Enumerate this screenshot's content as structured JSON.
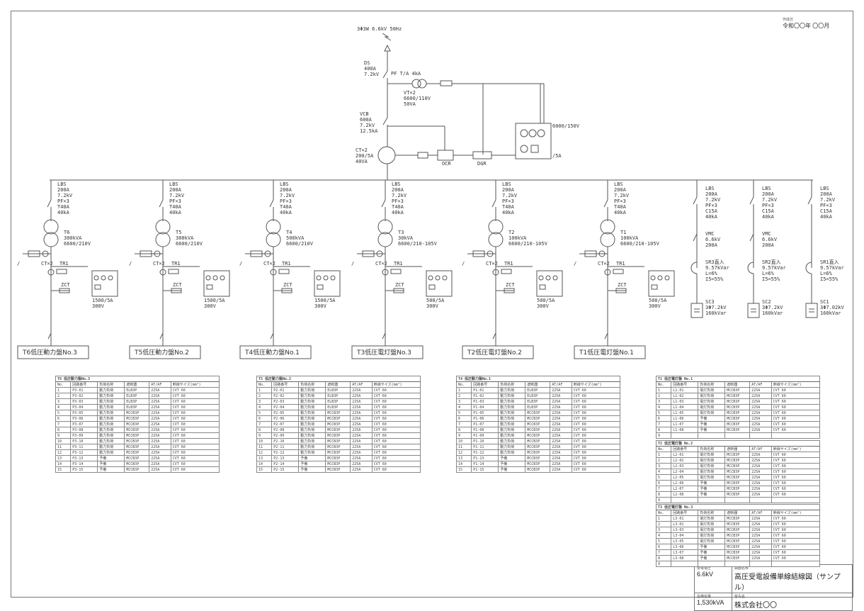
{
  "header": {
    "date_label": "作成日",
    "date_value": "令和〇〇年 〇〇月"
  },
  "incoming": {
    "supply": "3Φ3W 6.6kV 50Hz"
  },
  "ds": {
    "lines": [
      "DS",
      "400A",
      "7.2kV"
    ]
  },
  "pf_label": "PF T/A 4kA",
  "vt": {
    "lines": [
      "VT×2",
      "6600/110V",
      "50VA"
    ]
  },
  "vcb": {
    "lines": [
      "VCB",
      "600A",
      "7.2kV",
      "12.5kA"
    ]
  },
  "ct": {
    "lines": [
      "CT×2",
      "200/5A",
      "40VA"
    ]
  },
  "meter_panel": {
    "label": "6000/150V",
    "sub": "/5A"
  },
  "relay_labels": {
    "ocr": "OCR",
    "dgr": "DGR"
  },
  "feeders": [
    {
      "lbs": [
        "LBS",
        "200A",
        "7.2kV",
        "PF×3",
        "T40A",
        "40kA"
      ],
      "tr_name": "T6",
      "tr_spec": [
        "300kVA",
        "6600/210V"
      ],
      "ct": "1500/5A",
      "ct2": "300V",
      "panel": "T6低圧動力盤No.3"
    },
    {
      "lbs": [
        "LBS",
        "200A",
        "7.2kV",
        "PF×3",
        "T40A",
        "40kA"
      ],
      "tr_name": "T5",
      "tr_spec": [
        "300kVA",
        "6600/210V"
      ],
      "ct": "1500/5A",
      "ct2": "300V",
      "panel": "T5低圧動力盤No.2"
    },
    {
      "lbs": [
        "LBS",
        "200A",
        "7.2kV",
        "PF×3",
        "T40A",
        "40kA"
      ],
      "tr_name": "T4",
      "tr_spec": [
        "500kVA",
        "6600/210V"
      ],
      "ct": "1500/5A",
      "ct2": "300V",
      "panel": "T4低圧動力盤No.1"
    },
    {
      "lbs": [
        "LBS",
        "200A",
        "7.2kV",
        "PF×3",
        "T40A",
        "40kA"
      ],
      "tr_name": "T3",
      "tr_spec": [
        "30kVA",
        "6600/210-105V"
      ],
      "ct": "500/5A",
      "ct2": "300V",
      "panel": "T3低圧電灯盤No.3"
    },
    {
      "lbs": [
        "LBS",
        "200A",
        "7.2kV",
        "PF×3",
        "T40A",
        "40kA"
      ],
      "tr_name": "T2",
      "tr_spec": [
        "100kVA",
        "6600/210-105V"
      ],
      "ct": "500/5A",
      "ct2": "300V",
      "panel": "T2低圧電灯盤No.2"
    },
    {
      "lbs": [
        "LBS",
        "200A",
        "7.2kV",
        "PF×3",
        "T40A",
        "40kA"
      ],
      "tr_name": "T1",
      "tr_spec": [
        "100kVA",
        "6600/210-105V"
      ],
      "ct": "500/5A",
      "ct2": "300V",
      "panel": "T1低圧電灯盤No.1"
    }
  ],
  "capacitors": [
    {
      "lbs": [
        "LBS",
        "200A",
        "7.2kV",
        "PF×3",
        "C15A",
        "40kA"
      ],
      "vmc": [
        "VMC",
        "6.6kV",
        "200A"
      ],
      "sr": [
        "SR3直入",
        "9.57kVar",
        "L=6%",
        "I5=55%"
      ],
      "sc": [
        "SC3",
        "3Φ7.2kV",
        "160kVar"
      ]
    },
    {
      "lbs": [
        "LBS",
        "200A",
        "7.2kV",
        "PF×3",
        "C15A",
        "40kA"
      ],
      "vmc": [
        "VMC",
        "6.6kV",
        "200A"
      ],
      "sr": [
        "SR2直入",
        "9.57kVar",
        "L=6%",
        "I5=55%"
      ],
      "sc": [
        "SC2",
        "3Φ7.2kV",
        "160kVar"
      ]
    },
    {
      "lbs": [
        "LBS",
        "200A",
        "7.2kV",
        "PF×3",
        "C15A",
        "40kA"
      ],
      "sr": [
        "SR1直入",
        "9.57kVar",
        "L=6%",
        "I5=55%"
      ],
      "sc": [
        "SC1",
        "3Φ7.02kV",
        "160kVar"
      ]
    }
  ],
  "small": {
    "zct": "ZCT",
    "ct_small": "CT×2",
    "tri": "TR1"
  },
  "tables": {
    "big": [
      {
        "title": "T6 低圧動力盤No.3",
        "header": [
          "No.",
          "回路番号",
          "負荷名称",
          "遮断器",
          "AT/AF",
          "幹線サイズ(mm²)"
        ],
        "rows": [
          [
            "1",
            "P3-01",
            "動力負荷",
            "ELB3P",
            "225A",
            "CVT 60"
          ],
          [
            "2",
            "P3-02",
            "動力負荷",
            "ELB3P",
            "225A",
            "CVT 60"
          ],
          [
            "3",
            "P3-03",
            "動力負荷",
            "ELB3P",
            "225A",
            "CVT 60"
          ],
          [
            "4",
            "P3-04",
            "動力負荷",
            "ELB3P",
            "225A",
            "CVT 60"
          ],
          [
            "5",
            "P3-05",
            "動力負荷",
            "MCCB3P",
            "225A",
            "CVT 60"
          ],
          [
            "6",
            "P3-06",
            "動力負荷",
            "MCCB3P",
            "225A",
            "CVT 60"
          ],
          [
            "7",
            "P3-07",
            "動力負荷",
            "MCCB3P",
            "225A",
            "CVT 60"
          ],
          [
            "8",
            "P3-08",
            "動力負荷",
            "MCCB3P",
            "225A",
            "CVT 60"
          ],
          [
            "9",
            "P3-09",
            "動力負荷",
            "MCCB3P",
            "225A",
            "CVT 60"
          ],
          [
            "10",
            "P3-10",
            "動力負荷",
            "MCCB3P",
            "225A",
            "CVT 60"
          ],
          [
            "11",
            "P3-11",
            "動力負荷",
            "MCCB3P",
            "225A",
            "CVT 60"
          ],
          [
            "12",
            "P3-12",
            "動力負荷",
            "MCCB3P",
            "225A",
            "CVT 60"
          ],
          [
            "13",
            "P3-13",
            "予備",
            "MCCB3P",
            "225A",
            "CVT 60"
          ],
          [
            "14",
            "P3-14",
            "予備",
            "MCCB3P",
            "225A",
            "CVT 60"
          ],
          [
            "15",
            "P3-15",
            "予備",
            "MCCB3P",
            "225A",
            "CVT 60"
          ]
        ]
      },
      {
        "title": "T5 低圧動力盤No.2",
        "header": [
          "No.",
          "回路番号",
          "負荷名称",
          "遮断器",
          "AT/AF",
          "幹線サイズ(mm²)"
        ],
        "rows": [
          [
            "1",
            "P2-01",
            "動力負荷",
            "ELB3P",
            "225A",
            "CVT 60"
          ],
          [
            "2",
            "P2-02",
            "動力負荷",
            "ELB3P",
            "225A",
            "CVT 60"
          ],
          [
            "3",
            "P2-03",
            "動力負荷",
            "ELB3P",
            "225A",
            "CVT 60"
          ],
          [
            "4",
            "P2-04",
            "動力負荷",
            "ELB3P",
            "225A",
            "CVT 60"
          ],
          [
            "5",
            "P2-05",
            "動力負荷",
            "MCCB3P",
            "225A",
            "CVT 60"
          ],
          [
            "6",
            "P2-06",
            "動力負荷",
            "MCCB3P",
            "225A",
            "CVT 60"
          ],
          [
            "7",
            "P2-07",
            "動力負荷",
            "MCCB3P",
            "225A",
            "CVT 60"
          ],
          [
            "8",
            "P2-08",
            "動力負荷",
            "MCCB3P",
            "225A",
            "CVT 60"
          ],
          [
            "9",
            "P2-09",
            "動力負荷",
            "MCCB3P",
            "225A",
            "CVT 60"
          ],
          [
            "10",
            "P2-10",
            "動力負荷",
            "MCCB3P",
            "225A",
            "CVT 60"
          ],
          [
            "11",
            "P2-11",
            "動力負荷",
            "MCCB3P",
            "225A",
            "CVT 60"
          ],
          [
            "12",
            "P2-12",
            "動力負荷",
            "MCCB3P",
            "225A",
            "CVT 60"
          ],
          [
            "13",
            "P2-13",
            "予備",
            "MCCB3P",
            "225A",
            "CVT 60"
          ],
          [
            "14",
            "P2-14",
            "予備",
            "MCCB3P",
            "225A",
            "CVT 60"
          ],
          [
            "15",
            "P2-15",
            "予備",
            "MCCB3P",
            "225A",
            "CVT 60"
          ]
        ]
      },
      {
        "title": "T4 低圧動力盤No.1",
        "header": [
          "No.",
          "回路番号",
          "負荷名称",
          "遮断器",
          "AT/AF",
          "幹線サイズ(mm²)"
        ],
        "rows": [
          [
            "1",
            "P1-01",
            "動力負荷",
            "ELB3P",
            "225A",
            "CVT 60"
          ],
          [
            "2",
            "P1-02",
            "動力負荷",
            "ELB3P",
            "225A",
            "CVT 60"
          ],
          [
            "3",
            "P1-03",
            "動力負荷",
            "ELB3P",
            "225A",
            "CVT 60"
          ],
          [
            "4",
            "P1-04",
            "動力負荷",
            "ELB3P",
            "225A",
            "CVT 60"
          ],
          [
            "5",
            "P1-05",
            "動力負荷",
            "MCCB3P",
            "225A",
            "CVT 60"
          ],
          [
            "6",
            "P1-06",
            "動力負荷",
            "MCCB3P",
            "225A",
            "CVT 60"
          ],
          [
            "7",
            "P1-07",
            "動力負荷",
            "MCCB3P",
            "225A",
            "CVT 60"
          ],
          [
            "8",
            "P1-08",
            "動力負荷",
            "MCCB3P",
            "225A",
            "CVT 60"
          ],
          [
            "9",
            "P1-09",
            "動力負荷",
            "MCCB3P",
            "225A",
            "CVT 60"
          ],
          [
            "10",
            "P1-10",
            "動力負荷",
            "MCCB3P",
            "225A",
            "CVT 60"
          ],
          [
            "11",
            "P1-11",
            "動力負荷",
            "MCCB3P",
            "225A",
            "CVT 60"
          ],
          [
            "12",
            "P1-12",
            "動力負荷",
            "MCCB3P",
            "225A",
            "CVT 60"
          ],
          [
            "13",
            "P1-13",
            "予備",
            "MCCB3P",
            "225A",
            "CVT 60"
          ],
          [
            "14",
            "P1-14",
            "予備",
            "MCCB3P",
            "225A",
            "CVT 60"
          ],
          [
            "15",
            "P1-15",
            "予備",
            "MCCB3P",
            "225A",
            "CVT 60"
          ]
        ]
      }
    ],
    "small": [
      {
        "title": "T1 低圧電灯盤 No.1",
        "header": [
          "No.",
          "回路番号",
          "負荷名称",
          "遮断器",
          "AT/AF",
          "幹線サイズ(mm²)"
        ],
        "rows": [
          [
            "1",
            "L1-01",
            "電灯負荷",
            "MCCB3P",
            "225A",
            "CVT 60"
          ],
          [
            "2",
            "L1-02",
            "電灯負荷",
            "MCCB3P",
            "225A",
            "CVT 60"
          ],
          [
            "3",
            "L1-03",
            "電灯負荷",
            "MCCB3P",
            "225A",
            "CVT 60"
          ],
          [
            "4",
            "L1-04",
            "電灯負荷",
            "MCCB3P",
            "225A",
            "CVT 60"
          ],
          [
            "5",
            "L1-05",
            "電灯負荷",
            "MCCB3P",
            "225A",
            "CVT 60"
          ],
          [
            "6",
            "L1-06",
            "予備",
            "MCCB3P",
            "225A",
            "CVT 60"
          ],
          [
            "7",
            "L1-07",
            "予備",
            "MCCB3P",
            "225A",
            "CVT 60"
          ],
          [
            "8",
            "L1-08",
            "予備",
            "MCCB3P",
            "225A",
            "CVT 60"
          ],
          [
            "9",
            "",
            "",
            "",
            "",
            ""
          ]
        ]
      },
      {
        "title": "T2 低圧電灯盤 No.2",
        "header": [
          "No.",
          "回路番号",
          "負荷名称",
          "遮断器",
          "AT/AF",
          "幹線サイズ(mm²)"
        ],
        "rows": [
          [
            "1",
            "L2-01",
            "電灯負荷",
            "MCCB3P",
            "225A",
            "CVT 60"
          ],
          [
            "2",
            "L2-02",
            "電灯負荷",
            "MCCB3P",
            "225A",
            "CVT 60"
          ],
          [
            "3",
            "L2-03",
            "電灯負荷",
            "MCCB3P",
            "225A",
            "CVT 60"
          ],
          [
            "4",
            "L2-04",
            "電灯負荷",
            "MCCB3P",
            "225A",
            "CVT 60"
          ],
          [
            "5",
            "L2-05",
            "電灯負荷",
            "MCCB3P",
            "225A",
            "CVT 60"
          ],
          [
            "6",
            "L2-06",
            "予備",
            "MCCB3P",
            "225A",
            "CVT 60"
          ],
          [
            "7",
            "L2-07",
            "予備",
            "MCCB3P",
            "225A",
            "CVT 60"
          ],
          [
            "8",
            "L2-08",
            "予備",
            "MCCB3P",
            "225A",
            "CVT 60"
          ],
          [
            "9",
            "",
            "",
            "",
            "",
            ""
          ]
        ]
      },
      {
        "title": "T3 低圧電灯盤 No.3",
        "header": [
          "No.",
          "回路番号",
          "負荷名称",
          "遮断器",
          "AT/AF",
          "幹線サイズ(mm²)"
        ],
        "rows": [
          [
            "1",
            "L3-01",
            "電灯負荷",
            "MCCB3P",
            "225A",
            "CVT 60"
          ],
          [
            "2",
            "L3-02",
            "電灯負荷",
            "MCCB3P",
            "225A",
            "CVT 60"
          ],
          [
            "3",
            "L3-03",
            "電灯負荷",
            "MCCB3P",
            "225A",
            "CVT 60"
          ],
          [
            "4",
            "L3-04",
            "電灯負荷",
            "MCCB3P",
            "225A",
            "CVT 60"
          ],
          [
            "5",
            "L3-05",
            "電灯負荷",
            "MCCB3P",
            "225A",
            "CVT 60"
          ],
          [
            "6",
            "L3-06",
            "予備",
            "MCCB3P",
            "225A",
            "CVT 60"
          ],
          [
            "7",
            "L3-07",
            "予備",
            "MCCB3P",
            "225A",
            "CVT 60"
          ],
          [
            "8",
            "L3-08",
            "予備",
            "MCCB3P",
            "225A",
            "CVT 60"
          ],
          [
            "9",
            "",
            "",
            "",
            "",
            ""
          ]
        ]
      }
    ]
  },
  "title_block": {
    "voltage_label": "受電電圧",
    "voltage_value": "6.6kV",
    "name_label": "図面名称",
    "name_value": "高圧受電設備単線結線図（サンプル）",
    "capacity_label": "設備容量",
    "capacity_value": "1,530kVA",
    "owner_label": "客先名",
    "owner_value": "株式会社〇〇"
  }
}
